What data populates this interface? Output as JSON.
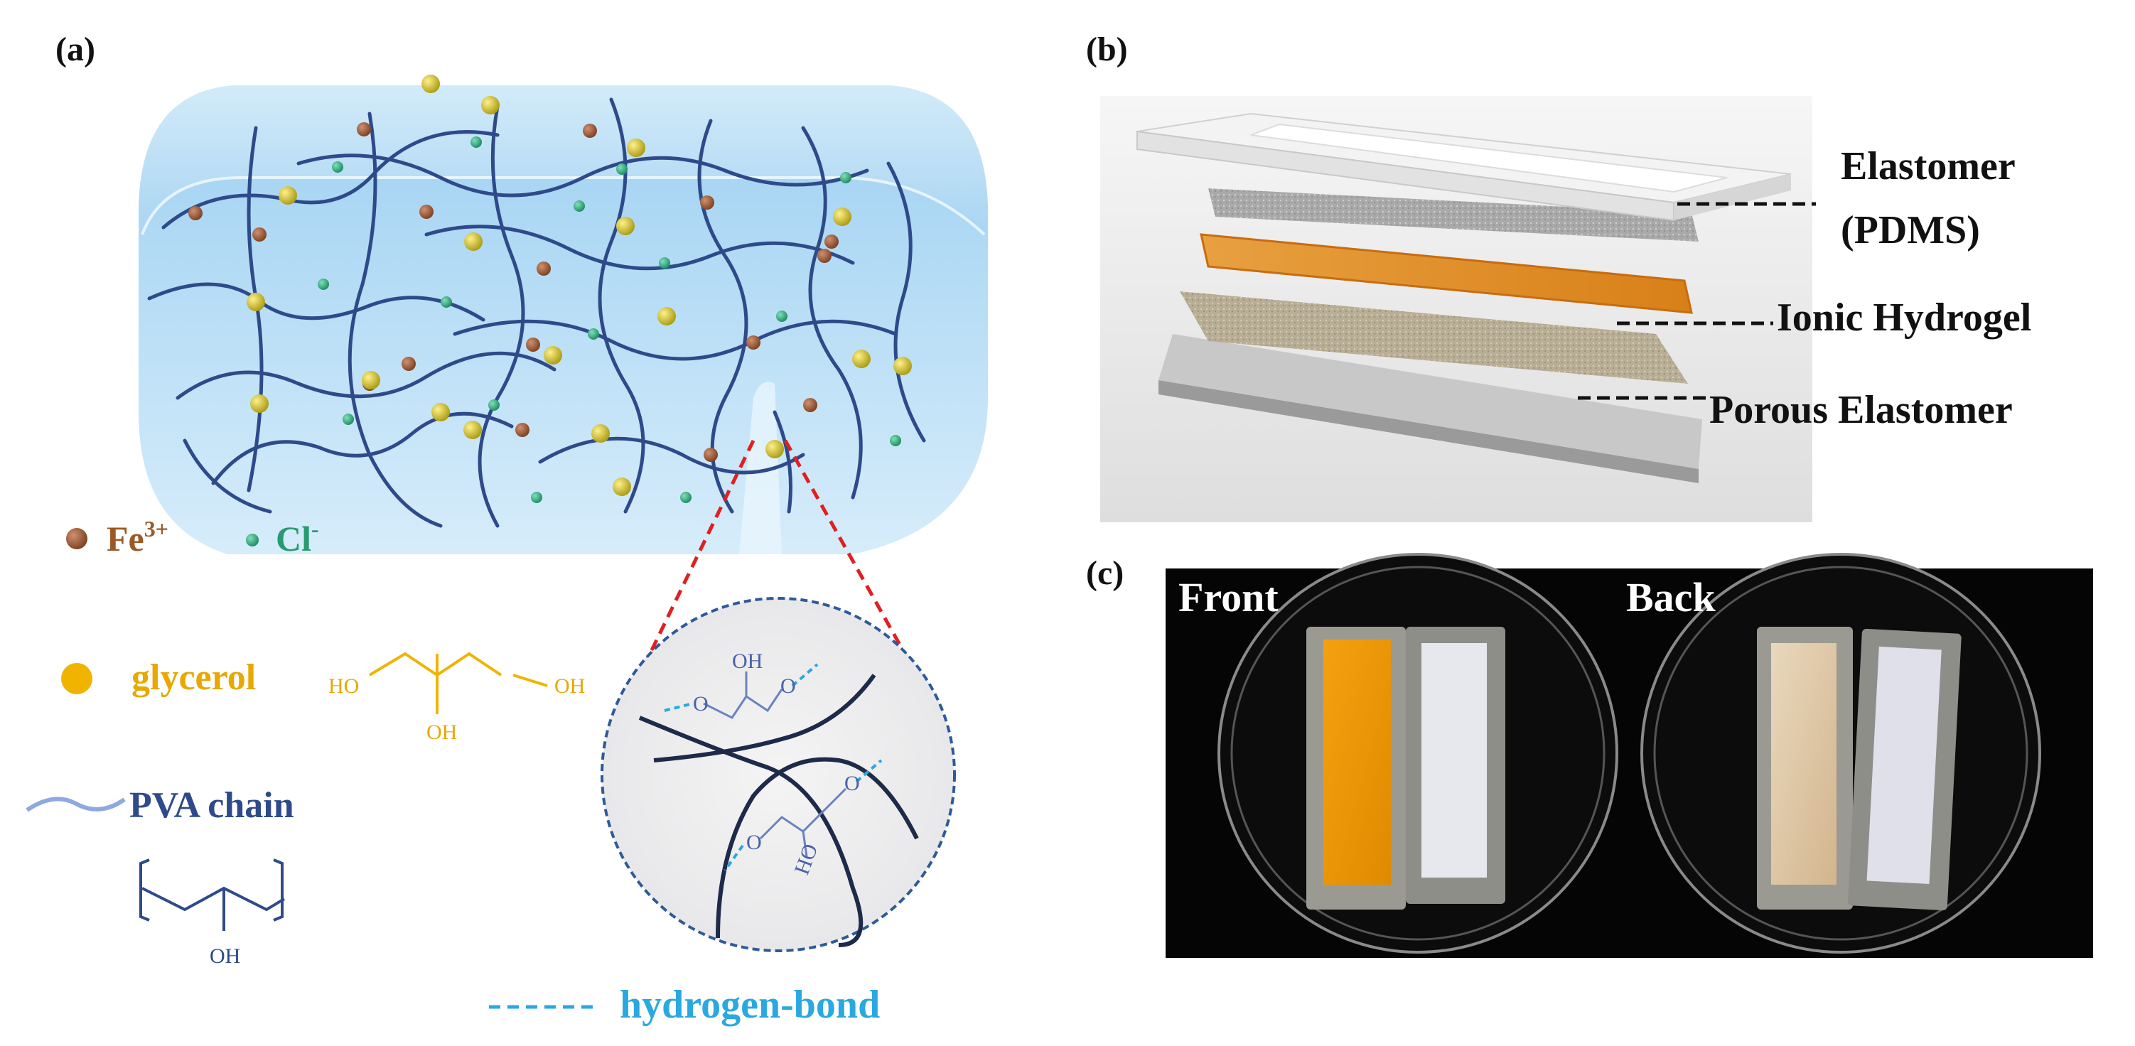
{
  "panel_a": {
    "label": "(a)",
    "legend": {
      "fe_label": "Fe",
      "fe_superscript": "3+",
      "cl_label": "Cl",
      "cl_superscript": "-",
      "glycerol_label": "glycerol",
      "pva_label": "PVA chain",
      "hbond_label": "hydrogen-bond"
    },
    "glycerol_formula": {
      "ho_left": "HO",
      "oh_middle": "OH",
      "oh_right": "OH"
    },
    "pva_formula": {
      "oh": "OH"
    },
    "zoom_labels": {
      "oh_top": "OH",
      "ho_bottom": "HO",
      "o_left": "O",
      "o_right": "O",
      "o_bottom_left": "O",
      "o_bottom_right": "O"
    },
    "colors": {
      "fe": "#8a5030",
      "cl": "#2a9a70",
      "glycerol": "#f0b400",
      "pva": "#2e4a8a",
      "hbond": "#2aa8e0",
      "zoom_lines": "#e02020"
    }
  },
  "panel_b": {
    "label": "(b)",
    "layers": [
      {
        "line1": "Elastomer",
        "line2": "(PDMS)"
      },
      {
        "line1": "Ionic Hydrogel"
      },
      {
        "line1": "Porous Elastomer"
      }
    ]
  },
  "panel_c": {
    "label": "(c)",
    "photos": [
      {
        "caption": "Front"
      },
      {
        "caption": "Back"
      }
    ]
  }
}
